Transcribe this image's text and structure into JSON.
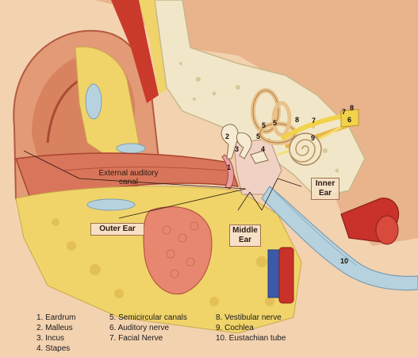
{
  "labels": {
    "external_canal_line1": "External auditory",
    "external_canal_line2": "canal",
    "outer_ear": "Outer Ear",
    "middle_ear_line1": "Middle",
    "middle_ear_line2": "Ear",
    "inner_ear_line1": "Inner",
    "inner_ear_line2": "Ear"
  },
  "callouts": {
    "n1": "1",
    "n2": "2",
    "n3": "3",
    "n4": "4",
    "n5a": "5",
    "n5b": "5",
    "n5c": "5",
    "n6": "6",
    "n7a": "7",
    "n7b": "7",
    "n8a": "8",
    "n8b": "8",
    "n9": "9",
    "n10": "10"
  },
  "legend": {
    "col1": [
      "1. Eardrum",
      "2. Malleus",
      "3. Incus",
      "4. Stapes"
    ],
    "col2": [
      "5. Semicircular canals",
      "6. Auditory nerve",
      "7. Facial Nerve"
    ],
    "col3": [
      "8. Vestibular nerve",
      "9. Cochlea",
      "10. Eustachian tube"
    ]
  },
  "colors": {
    "background": "#f3d2b0",
    "skin": "#e8a37c",
    "skin_dark": "#c9654a",
    "bone": "#f1e7c8",
    "fat": "#f0d46a",
    "cartilage": "#b7d2df",
    "muscle": "#c93a2b",
    "artery": "#c8322a",
    "vein": "#3a5aa8",
    "gland": "#e7876f"
  }
}
